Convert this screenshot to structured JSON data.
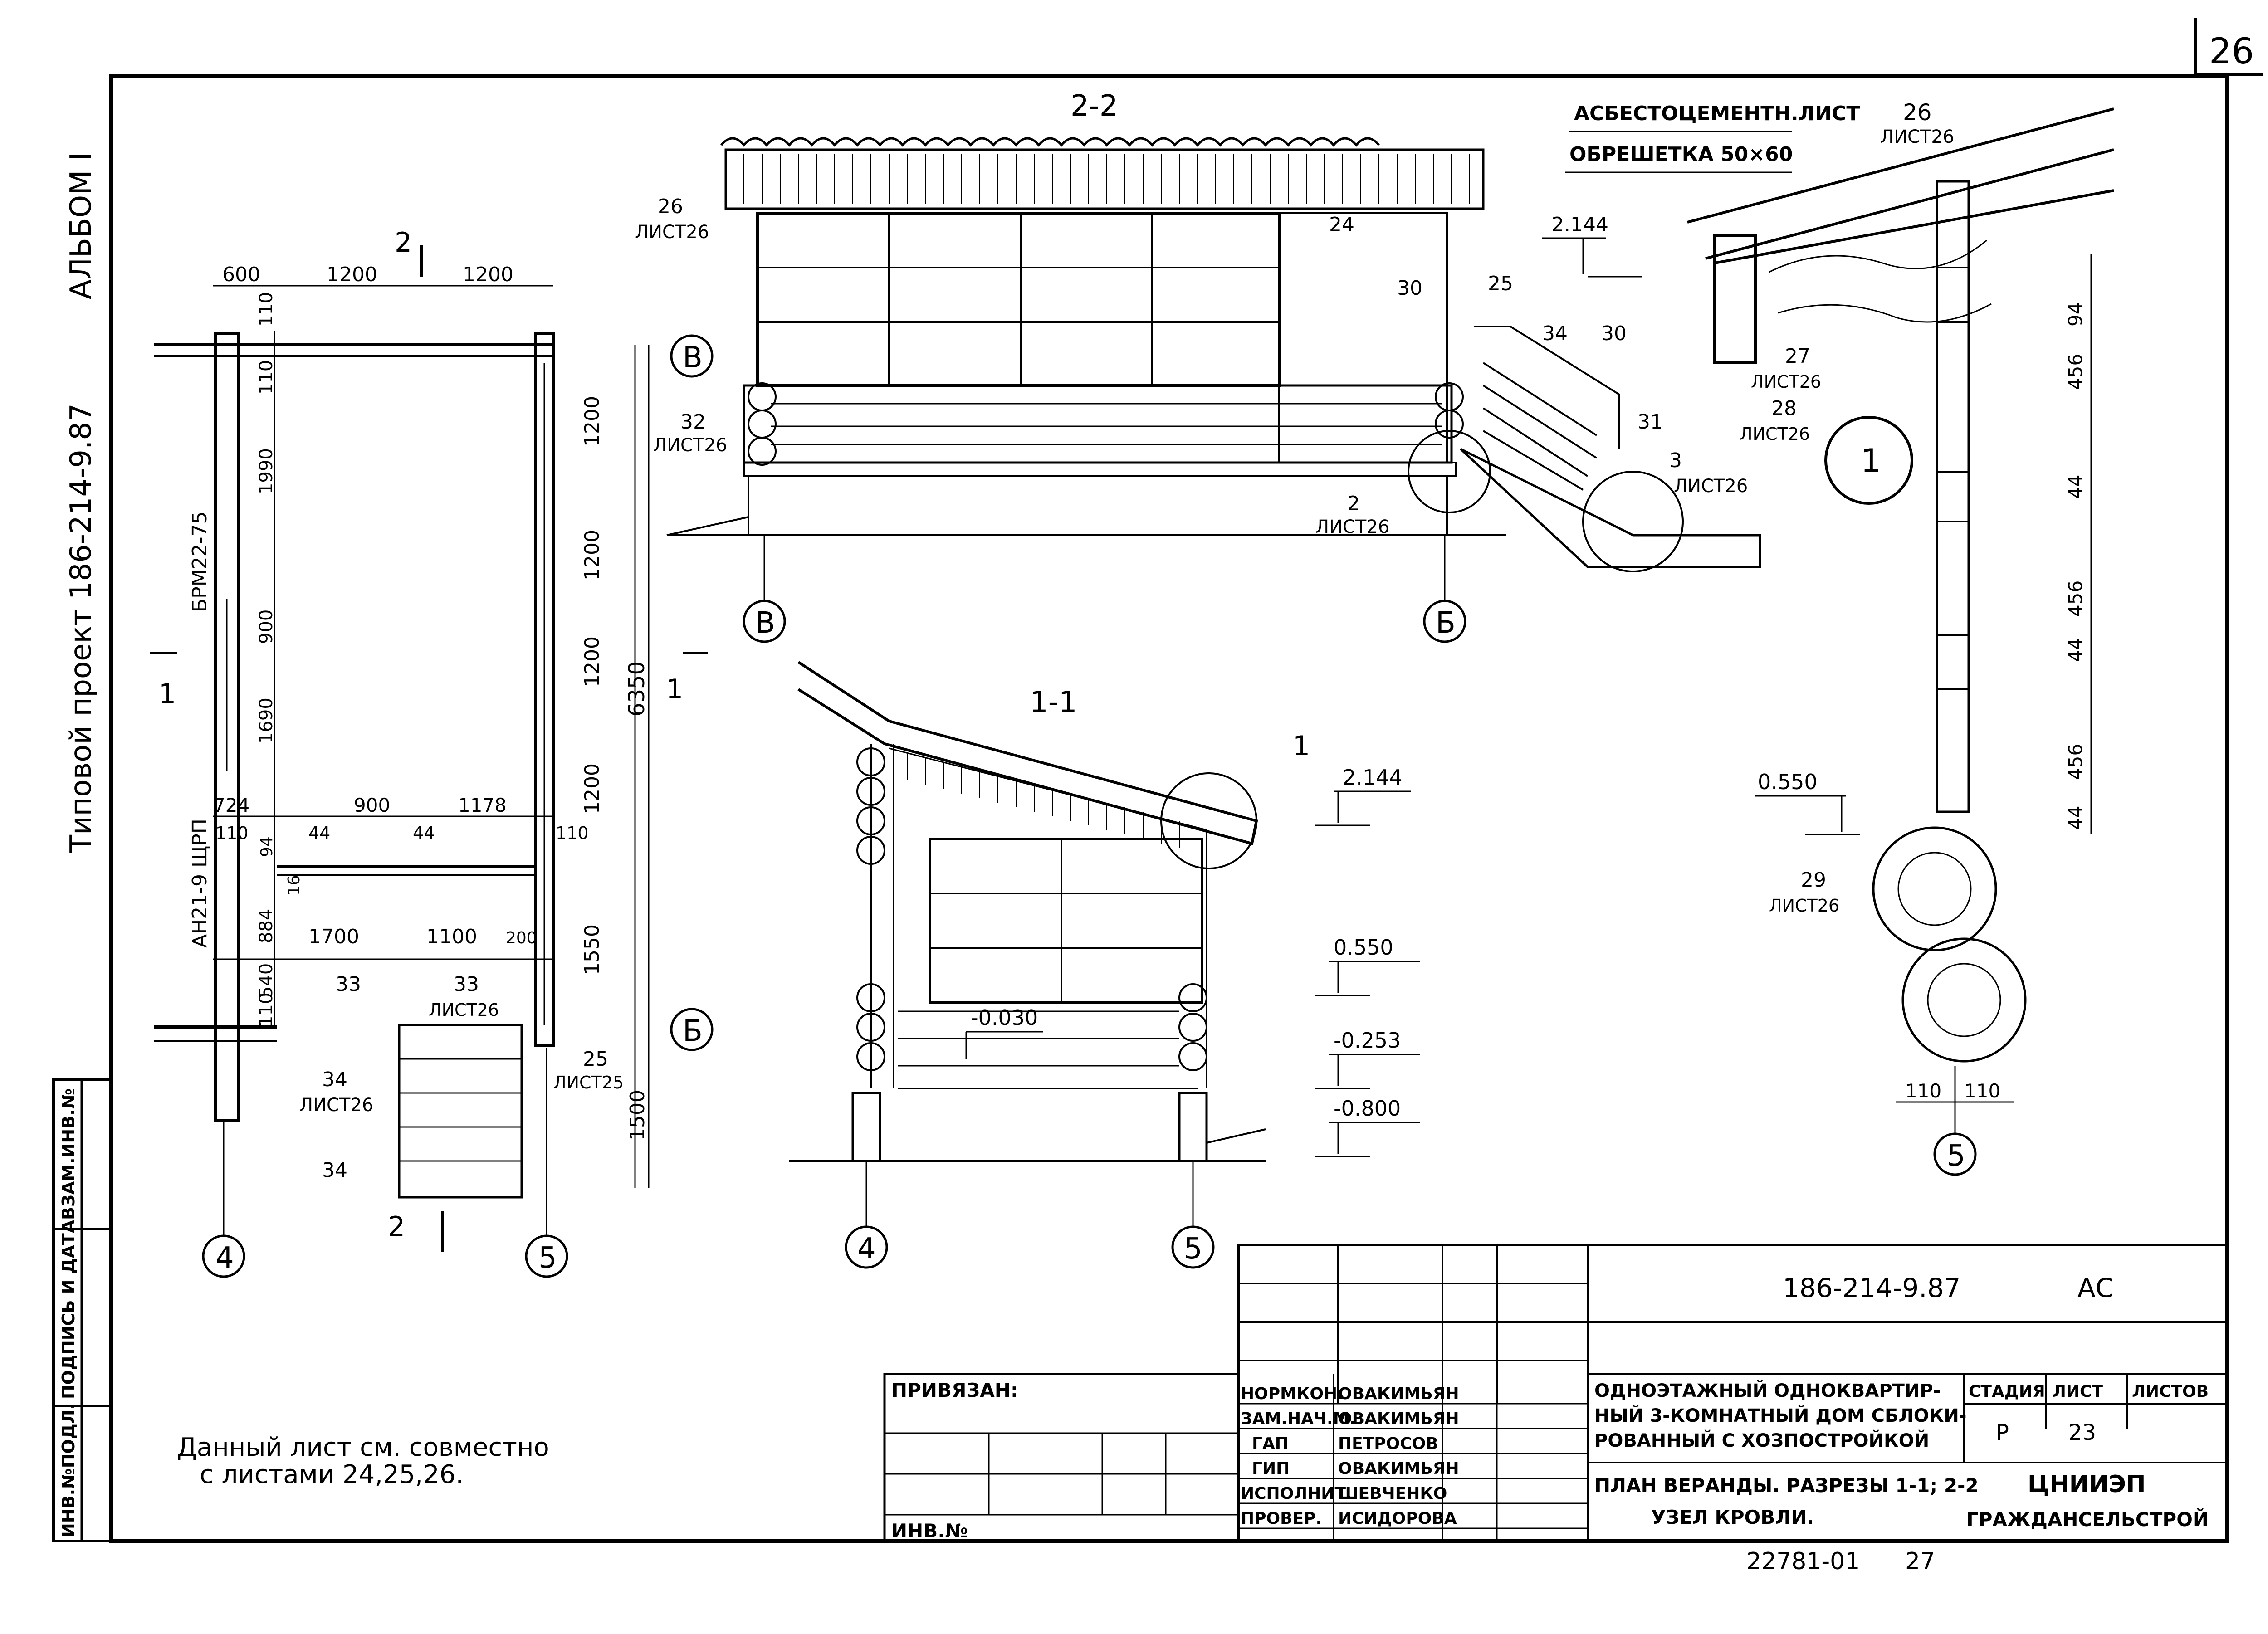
{
  "sheet": {
    "number": "26"
  },
  "left_margin": {
    "project_label": "Типовой проект 186-214-9.87",
    "album": "АЛЬБОМ I",
    "stamp_cells": [
      "ВЗАМ.ИНВ.№",
      "ПОДПИСЬ И ДАТА",
      "ИНВ.№ПОДЛ."
    ]
  },
  "plan": {
    "dims_top": [
      "600",
      "1200",
      "1200"
    ],
    "dims_right": [
      "1200",
      "1200",
      "1200",
      "1200",
      "1550",
      "1500"
    ],
    "dim_total": "6350",
    "dims_left": [
      "110",
      "110",
      "1990",
      "900",
      "1690",
      "884",
      "540",
      "110"
    ],
    "dims_mid": [
      "724",
      "900",
      "1178",
      "110",
      "44",
      "44",
      "110",
      "94",
      "16"
    ],
    "dims_bottom_row": [
      "1700",
      "1100",
      "200"
    ],
    "axes": [
      "В",
      "Б",
      "4",
      "5"
    ],
    "section_marks": [
      "2",
      "2",
      "1",
      "1"
    ],
    "labels": {
      "brm": "БРМ22-75",
      "an": "АН21-9 ЩРП",
      "m33a": "33",
      "m33b": "33",
      "m33b_ref": "ЛИСТ26",
      "m34a": "34",
      "m34a_ref": "ЛИСТ26",
      "m34b": "34",
      "m25": "25",
      "m25_ref": "ЛИСТ25"
    }
  },
  "section22": {
    "title": "2-2",
    "labels": {
      "m26": "26",
      "m26_ref": "ЛИСТ26",
      "m24": "24",
      "m25": "25",
      "m30a": "30",
      "m34": "34",
      "m30b": "30",
      "m31": "31",
      "m32": "32",
      "m32_ref": "ЛИСТ26",
      "m2": "2",
      "m2_ref": "ЛИСТ26",
      "m3": "3",
      "m3_ref": "ЛИСТ26",
      "level": "2.144"
    },
    "axes": [
      "В",
      "Б"
    ]
  },
  "section11": {
    "title": "1-1",
    "callout": "1",
    "levels": [
      "2.144",
      "0.550",
      "-0.253",
      "-0.800",
      "-0.030"
    ],
    "axes": [
      "4",
      "5"
    ]
  },
  "roof_node": {
    "notes": [
      "АСБЕСТОЦЕМЕНТН.ЛИСТ",
      "ОБРЕШЕТКА 50×60"
    ],
    "m26": "26",
    "m26_ref": "ЛИСТ26",
    "m27": "27",
    "m27_ref": "ЛИСТ26",
    "m28": "28",
    "m28_ref": "ЛИСТ26",
    "m29": "29",
    "m29_ref": "ЛИСТ26",
    "node_id": "1",
    "level": "0.550",
    "dims_vertical": [
      "94",
      "456",
      "44",
      "456",
      "44",
      "456",
      "44"
    ],
    "dims_bottom": [
      "110",
      "110"
    ],
    "axis": "5"
  },
  "note": {
    "line1": "Данный лист см. совместно",
    "line2": "с листами 24,25,26."
  },
  "title_block": {
    "code": "186-214-9.87",
    "mark": "АС",
    "privyazan": "ПРИВЯЗАН:",
    "inv": "ИНВ.№",
    "roles": [
      {
        "role": "НОРМКОН.",
        "name": "ОВАКИМЬЯН"
      },
      {
        "role": "ЗАМ.НАЧ.М.",
        "name": "ОВАКИМЬЯН"
      },
      {
        "role": "ГАП",
        "name": "ПЕТРОСОВ"
      },
      {
        "role": "ГИП",
        "name": "ОВАКИМЬЯН"
      },
      {
        "role": "ИСПОЛНИТ.",
        "name": "ШЕВЧЕНКО"
      },
      {
        "role": "ПРОВЕР.",
        "name": "ИСИДОРОВА"
      }
    ],
    "building": [
      "ОДНОЭТАЖНЫЙ ОДНОКВАРТИР-",
      "НЫЙ 3-КОМНАТНЫЙ ДОМ СБЛОКИ-",
      "РОВАННЫЙ С ХОЗПОСТРОЙКОЙ"
    ],
    "sheet_title": [
      "ПЛАН ВЕРАНДЫ. РАЗРЕЗЫ 1-1; 2-2",
      "УЗЕЛ КРОВЛИ."
    ],
    "stage_h": "СТАДИЯ",
    "sheet_h": "ЛИСТ",
    "sheets_h": "ЛИСТОВ",
    "stage": "Р",
    "sheet": "23",
    "org1": "ЦНИИЭП",
    "org2": "ГРАЖДАНСЕЛЬСТРОЙ",
    "archive": "22781-01",
    "archive_page": "27"
  }
}
